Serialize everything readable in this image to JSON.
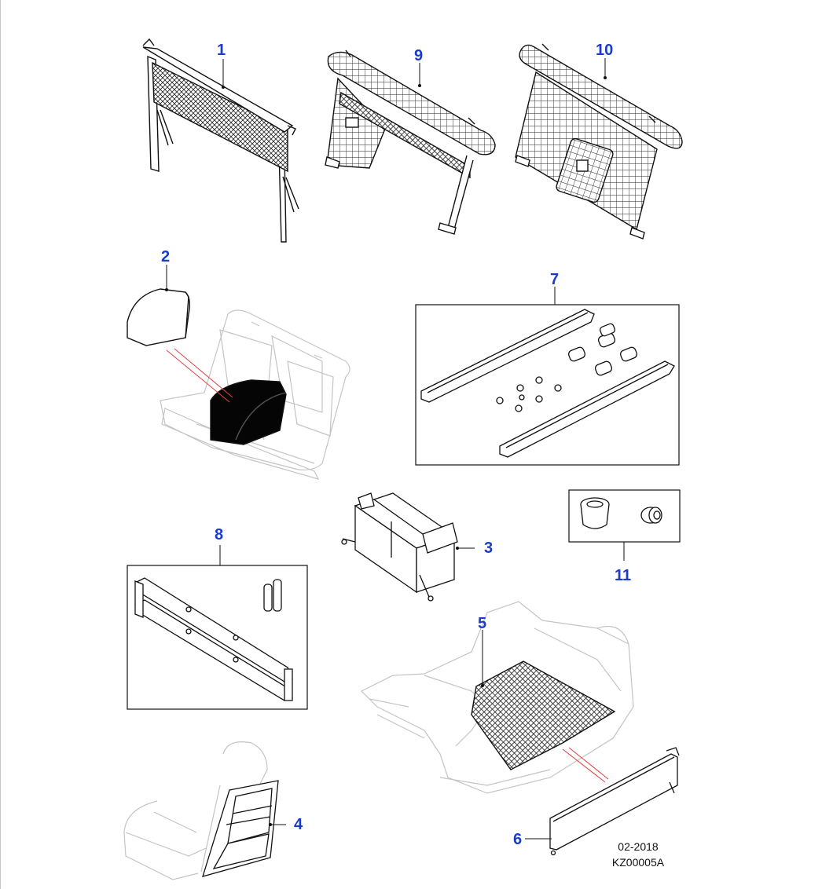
{
  "diagram": {
    "callouts": [
      {
        "id": "1",
        "label": "1"
      },
      {
        "id": "2",
        "label": "2"
      },
      {
        "id": "3",
        "label": "3"
      },
      {
        "id": "4",
        "label": "4"
      },
      {
        "id": "5",
        "label": "5"
      },
      {
        "id": "6",
        "label": "6"
      },
      {
        "id": "7",
        "label": "7"
      },
      {
        "id": "8",
        "label": "8"
      },
      {
        "id": "9",
        "label": "9"
      },
      {
        "id": "10",
        "label": "10"
      },
      {
        "id": "11",
        "label": "11"
      }
    ],
    "footer": {
      "date": "02-2018",
      "reference": "KZ00005A"
    },
    "colors": {
      "callout": "#1a3cc8",
      "line": "#111111",
      "ghost": "#c4c4c4",
      "leader_ghost": "#e04040"
    }
  }
}
